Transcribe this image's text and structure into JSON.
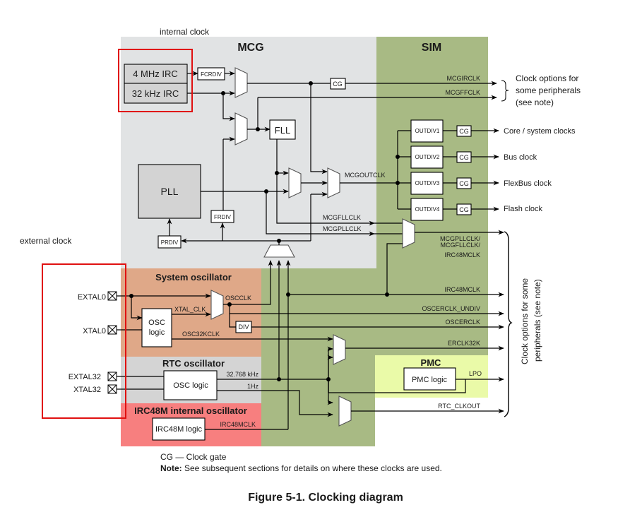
{
  "labels": {
    "internal_clock": "internal clock",
    "external_clock": "external clock"
  },
  "regions": {
    "mcg": "MCG",
    "sim": "SIM",
    "system_oscillator": "System oscillator",
    "rtc_oscillator": "RTC oscillator",
    "irc48m_oscillator": "IRC48M internal oscillator",
    "pmc": "PMC"
  },
  "colors": {
    "mcg_bg": "#e1e3e4",
    "sim_bg": "#a8ba84",
    "sysosc_bg": "#dfa888",
    "rtc_bg": "#d4d4d4",
    "irc48m_bg": "#f77f7f",
    "pmc_bg": "#eafaa8",
    "highlight": "#e01010",
    "irc_block": "#d3d3d3"
  },
  "blocks": {
    "irc4m": "4 MHz IRC",
    "irc32k": "32 kHz IRC",
    "fcrdiv": "FCRDIV",
    "fll": "FLL",
    "pll": "PLL",
    "frdiv": "FRDIV",
    "prdiv": "PRDIV",
    "cg": "CG",
    "outdiv1": "OUTDIV1",
    "outdiv2": "OUTDIV2",
    "outdiv3": "OUTDIV3",
    "outdiv4": "OUTDIV4",
    "osc_logic_line1": "OSC",
    "osc_logic_line2": "logic",
    "div": "DIV",
    "rtc_osc_logic": "OSC logic",
    "irc48m_logic": "IRC48M logic",
    "pmc_logic": "PMC logic"
  },
  "pins": {
    "extal0": "EXTAL0",
    "xtal0": "XTAL0",
    "extal32": "EXTAL32",
    "xtal32": "XTAL32"
  },
  "signals": {
    "mcgirclk": "MCGIRCLK",
    "mcgffclk": "MCGFFCLK",
    "mcgoutclk": "MCGOUTCLK",
    "mcgfllclk": "MCGFLLCLK",
    "mcgpllclk": "MCGPLLCLK",
    "mux_out_1": "MCGPLLCLK/",
    "mux_out_2": "MCGFLLCLK/",
    "mux_out_3": "IRC48MCLK",
    "irc48mclk": "IRC48MCLK",
    "oscerclk_undiv": "OSCERCLK_UNDIV",
    "oscerclk": "OSCERCLK",
    "erclk32k": "ERCLK32K",
    "lpo": "LPO",
    "rtc_clkout": "RTC_CLKOUT",
    "oscclk": "OSCCLK",
    "xtal_clk": "XTAL_CLK",
    "osc32kclk": "OSC32KCLK",
    "rtc_32k": "32.768 kHz",
    "rtc_1hz": "1Hz",
    "irc48mclk_src": "IRC48MCLK"
  },
  "outputs": {
    "core": "Core / system clocks",
    "bus": "Bus clock",
    "flexbus": "FlexBus clock",
    "flash": "Flash clock"
  },
  "annotations": {
    "top_brace_1": "Clock options for",
    "top_brace_2": "some peripherals",
    "top_brace_3": "(see note)",
    "side_brace_1": "Clock options for some",
    "side_brace_2": "peripherals (see note)"
  },
  "footnotes": {
    "cg": "CG — Clock gate",
    "note_label": "Note:",
    "note_text": " See subsequent sections for details on where these clocks are used."
  },
  "caption": "Figure 5-1. Clocking diagram"
}
